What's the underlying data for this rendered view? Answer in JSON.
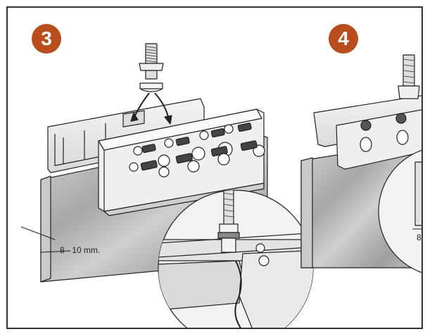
{
  "steps": [
    {
      "number": "3",
      "dimension_label": "8 - 10 mm."
    },
    {
      "number": "4",
      "dimension_label": "8"
    }
  ],
  "colors": {
    "badge": "#b94e1c",
    "outline": "#222222",
    "metal_light": "#e6e6e6",
    "metal_dark": "#9a9a9a"
  }
}
